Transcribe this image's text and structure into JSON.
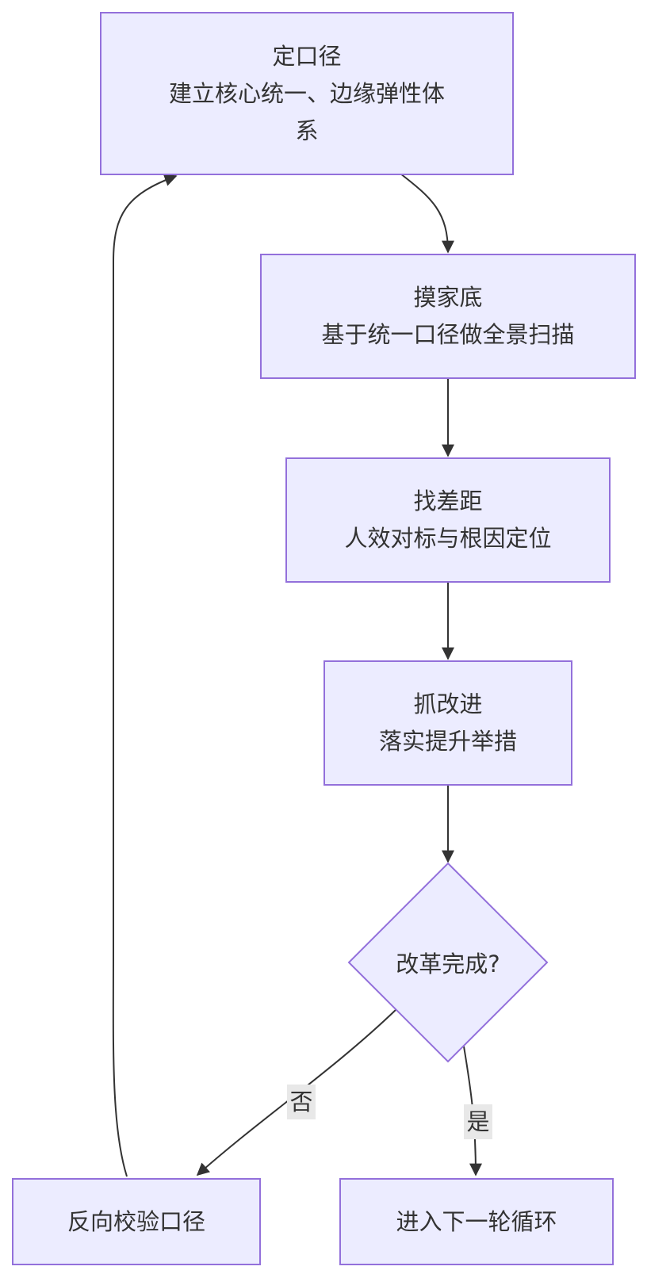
{
  "colors": {
    "node_fill": "#ECECFF",
    "node_border": "#9370DB",
    "edge": "#333333",
    "text": "#333333",
    "edge_label_bg": "#e8e8e8"
  },
  "nodes": {
    "define": {
      "title": "定口径",
      "line1": "建立核心统一、边缘弹性体",
      "line2": "系"
    },
    "baseline": {
      "title": "摸家底",
      "line1": "基于统一口径做全景扫描"
    },
    "gap": {
      "title": "找差距",
      "line1": "人效对标与根因定位"
    },
    "improve": {
      "title": "抓改进",
      "line1": "落实提升举措"
    },
    "decision": {
      "label": "改革完成?"
    },
    "reverse": {
      "label": "反向校验口径"
    },
    "next": {
      "label": "进入下一轮循环"
    }
  },
  "edges": {
    "no_label": "否",
    "yes_label": "是"
  }
}
